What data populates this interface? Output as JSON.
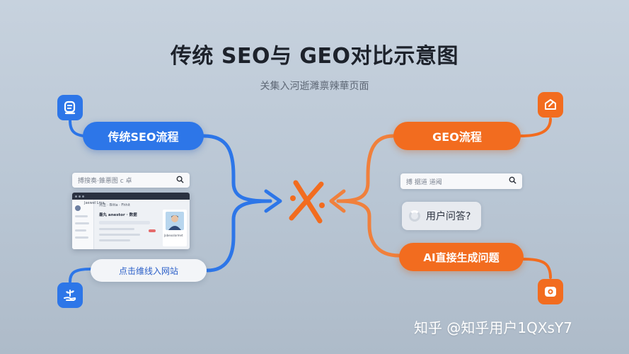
{
  "title": "传统 SEO与 GEO对比示意图",
  "subtitle": "关集入河逝濉禀辣華页面",
  "left": {
    "flow_label": "传统SEO流程",
    "search_placeholder": "搏搜奏·錐悪图 c 卓",
    "click_label": "点击维线入网站",
    "mock_page": {
      "name_line": "Jaewel Lma",
      "tab_text": "点击 ·  Bitta  ·  Fhhit",
      "headline": "最丸 anestor ·  数据",
      "card_caption": "Jobeoolarmet"
    }
  },
  "right": {
    "flow_label": "GEO流程",
    "search_placeholder": "搏 据道 道阈",
    "question_label": "用户问答?",
    "ai_label": "AI直接生成问题"
  },
  "watermark": "知乎 @知乎用户1QXsY7",
  "colors": {
    "blue": "#2d76e8",
    "orange": "#f26c1f",
    "background": "#c1ccd9"
  },
  "icons": {
    "top_left": "document-chat-icon",
    "bottom_left": "plant-hand-icon",
    "top_right": "edit-box-icon",
    "bottom_right": "camera-chat-icon",
    "center": "versus-x-icon"
  }
}
